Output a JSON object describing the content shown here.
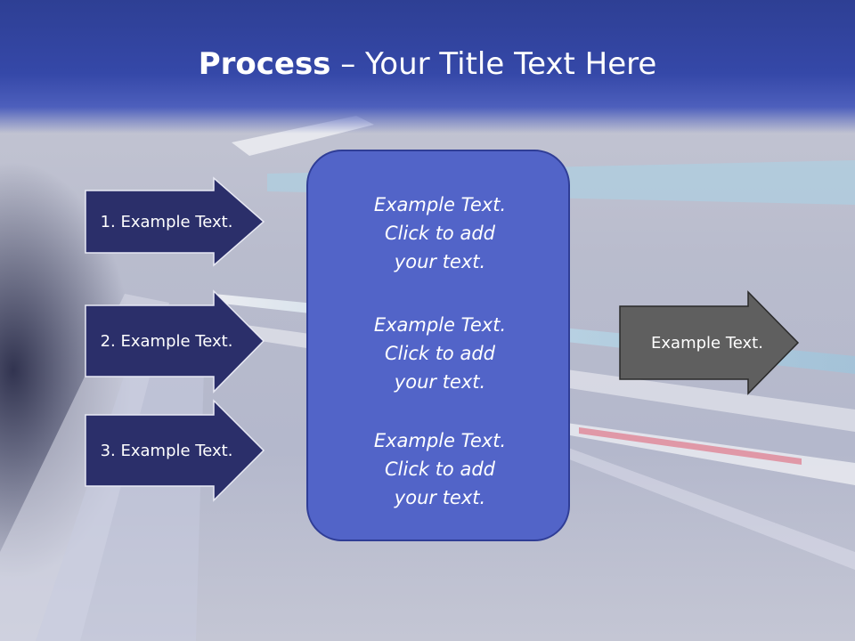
{
  "title": {
    "bold": "Process",
    "rest": " – Your Title Text Here"
  },
  "steps": [
    {
      "label": "1. Example Text."
    },
    {
      "label": "2. Example Text."
    },
    {
      "label": "3. Example Text."
    }
  ],
  "center_blocks": [
    {
      "line1": "Example Text.",
      "line2": "Click  to add",
      "line3": "your text."
    },
    {
      "line1": "Example Text.",
      "line2": "Click  to add",
      "line3": "your text."
    },
    {
      "line1": "Example Text.",
      "line2": "Click  to add",
      "line3": "your text."
    }
  ],
  "output": {
    "label": "Example Text."
  },
  "colors": {
    "title_band": "#3548a8",
    "step_arrow": "#2b2f6a",
    "center_box": "#5264c8",
    "output_arrow": "#5f5f5f"
  }
}
